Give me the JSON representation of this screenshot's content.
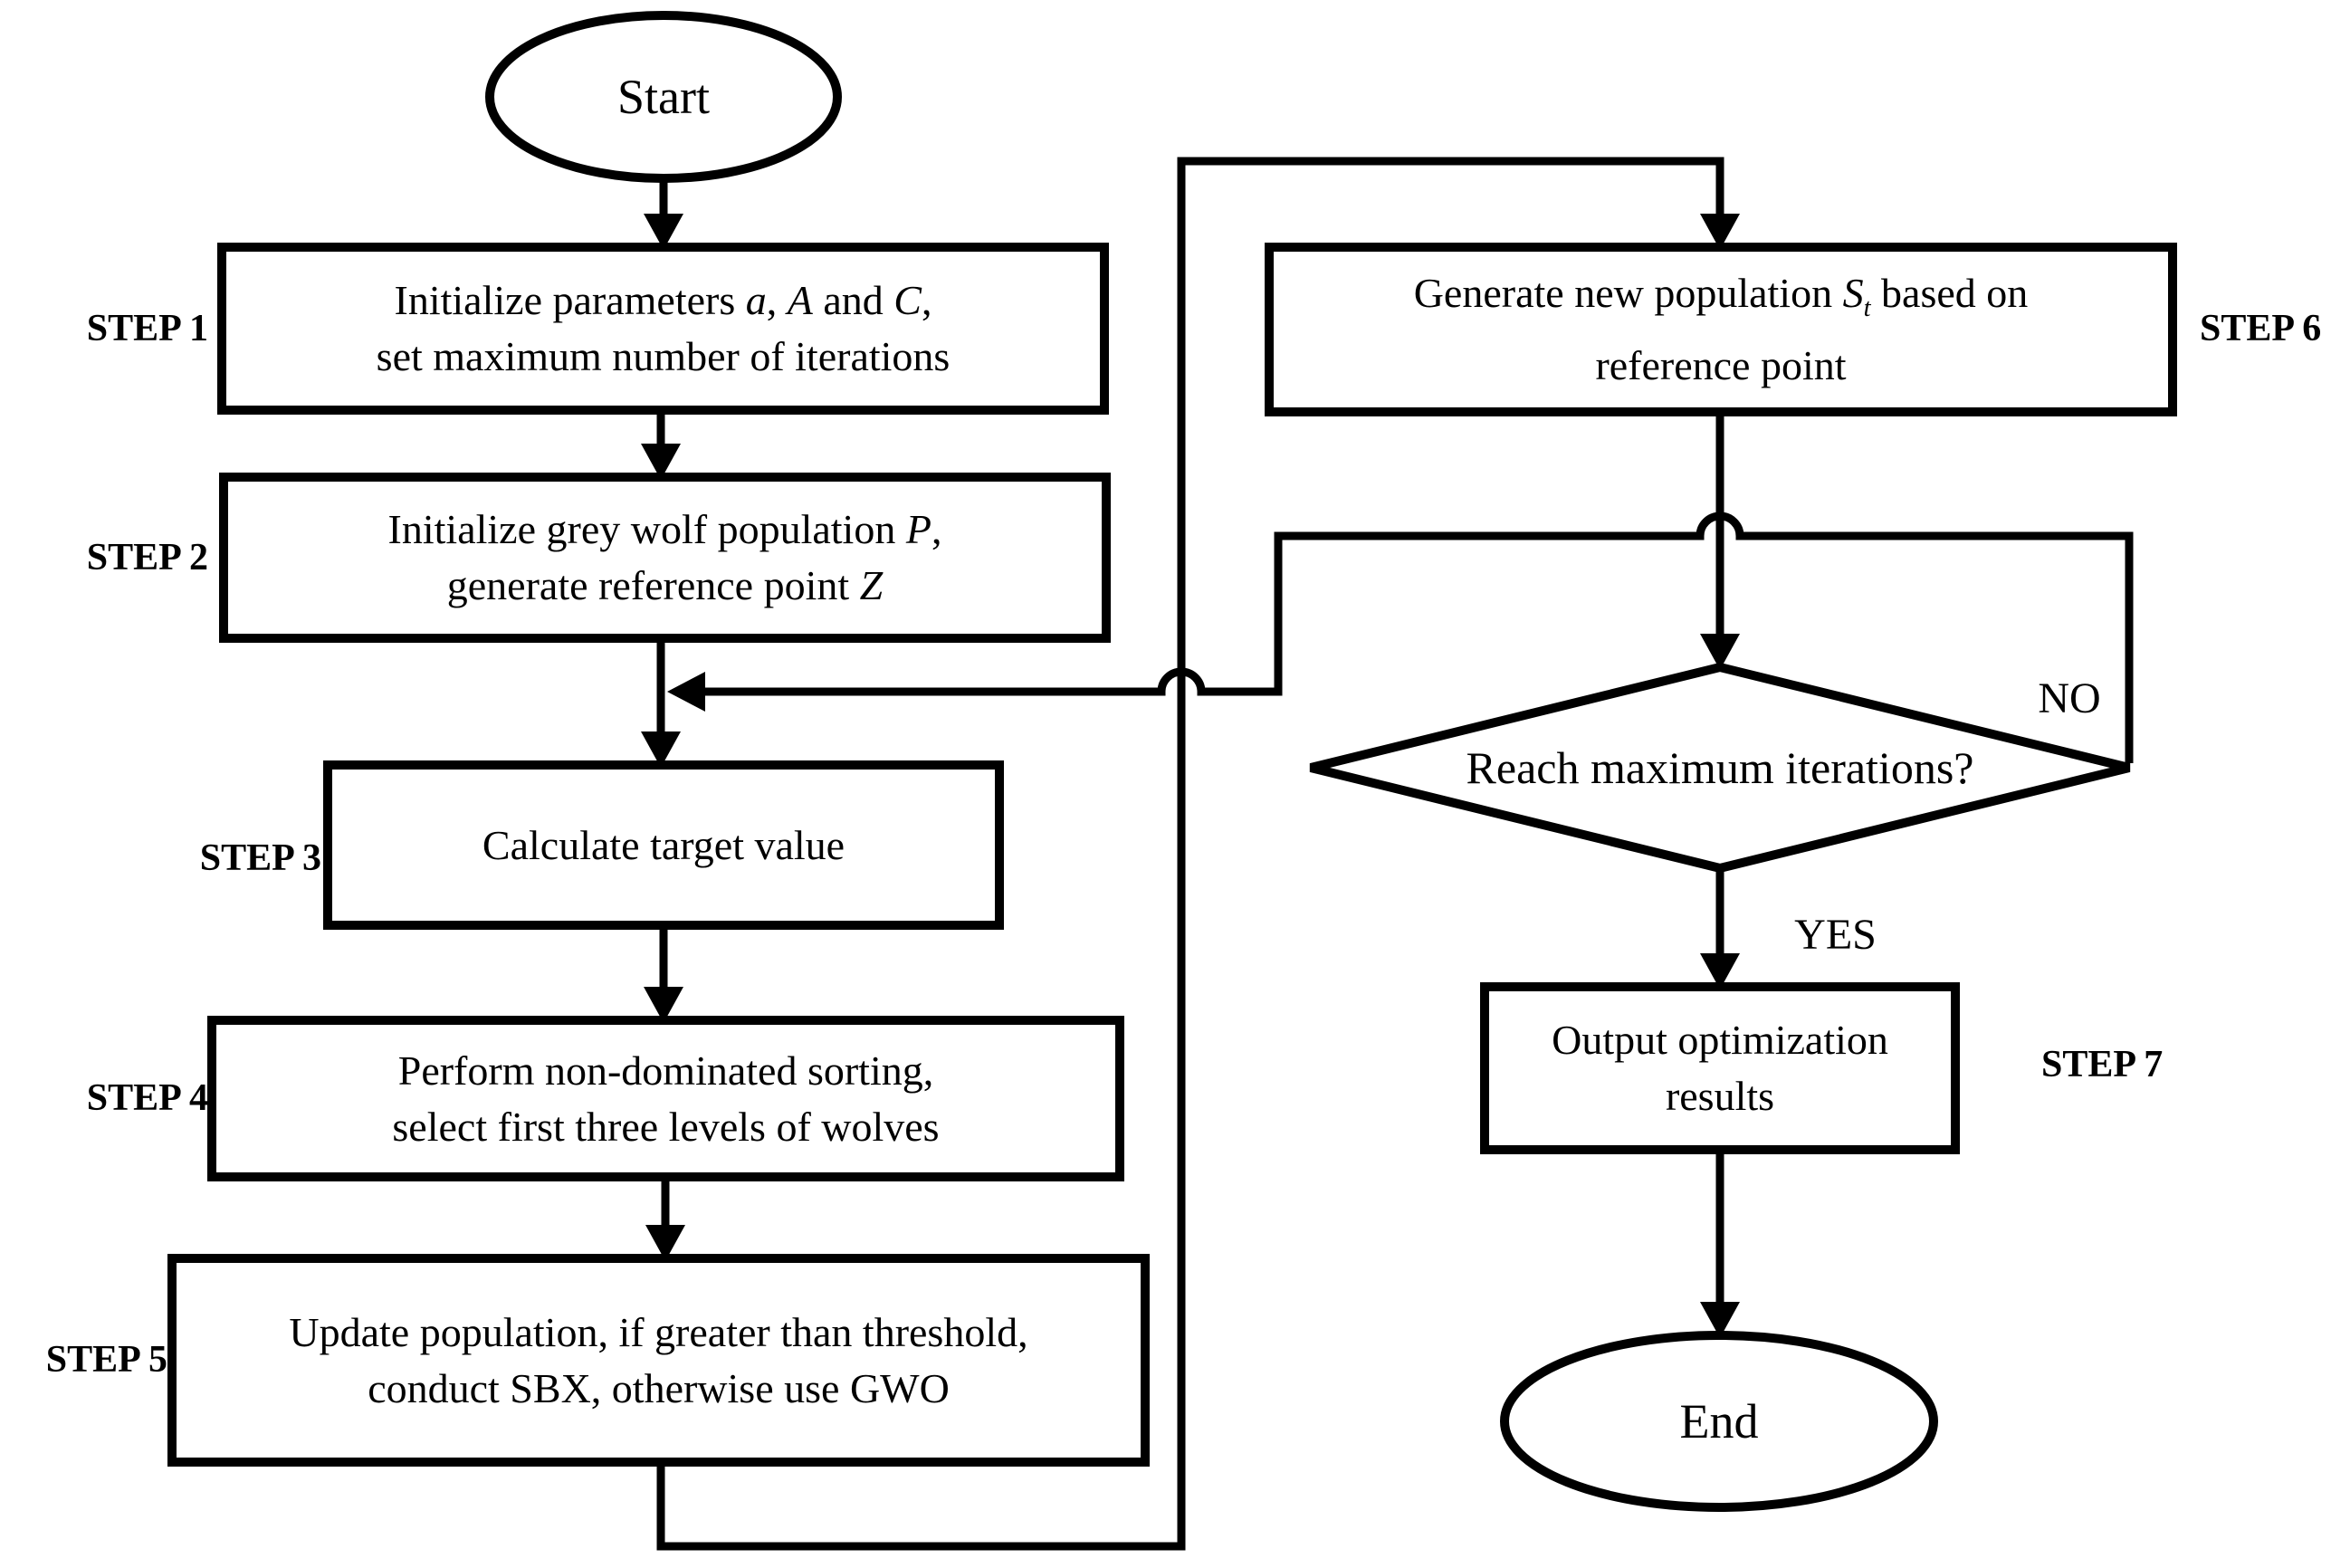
{
  "flowchart": {
    "colors": {
      "ink": "#000000",
      "background": "#ffffff"
    },
    "start": {
      "label": "Start"
    },
    "end": {
      "label": "End"
    },
    "step1": {
      "tag": "STEP 1",
      "l1a": "Initialize parameters ",
      "v1": "a",
      "l1b": ", ",
      "v2": "A",
      "l1c": " and ",
      "v3": "C",
      "l1d": ",",
      "line2": "set maximum number of iterations"
    },
    "step2": {
      "tag": "STEP 2",
      "l1a": "Initialize grey wolf population ",
      "v1": "P",
      "l1b": ",",
      "l2a": "generate reference point ",
      "v2": "Z"
    },
    "step3": {
      "tag": "STEP 3",
      "line1": "Calculate target value"
    },
    "step4": {
      "tag": "STEP 4",
      "line1": "Perform non-dominated sorting,",
      "line2": "select first three levels of wolves"
    },
    "step5": {
      "tag": "STEP 5",
      "line1": "Update population, if greater than threshold,",
      "line2": "conduct SBX, otherwise use GWO"
    },
    "step6": {
      "tag": "STEP 6",
      "l1a": "Generate new population ",
      "v1": "S",
      "v1sub": "t",
      "l1b": " based on",
      "line2": "reference point"
    },
    "step7": {
      "tag": "STEP 7",
      "line1": "Output optimization",
      "line2": "results"
    },
    "decision": {
      "question": "Reach maximum iterations?",
      "no_label": "NO",
      "yes_label": "YES"
    }
  }
}
